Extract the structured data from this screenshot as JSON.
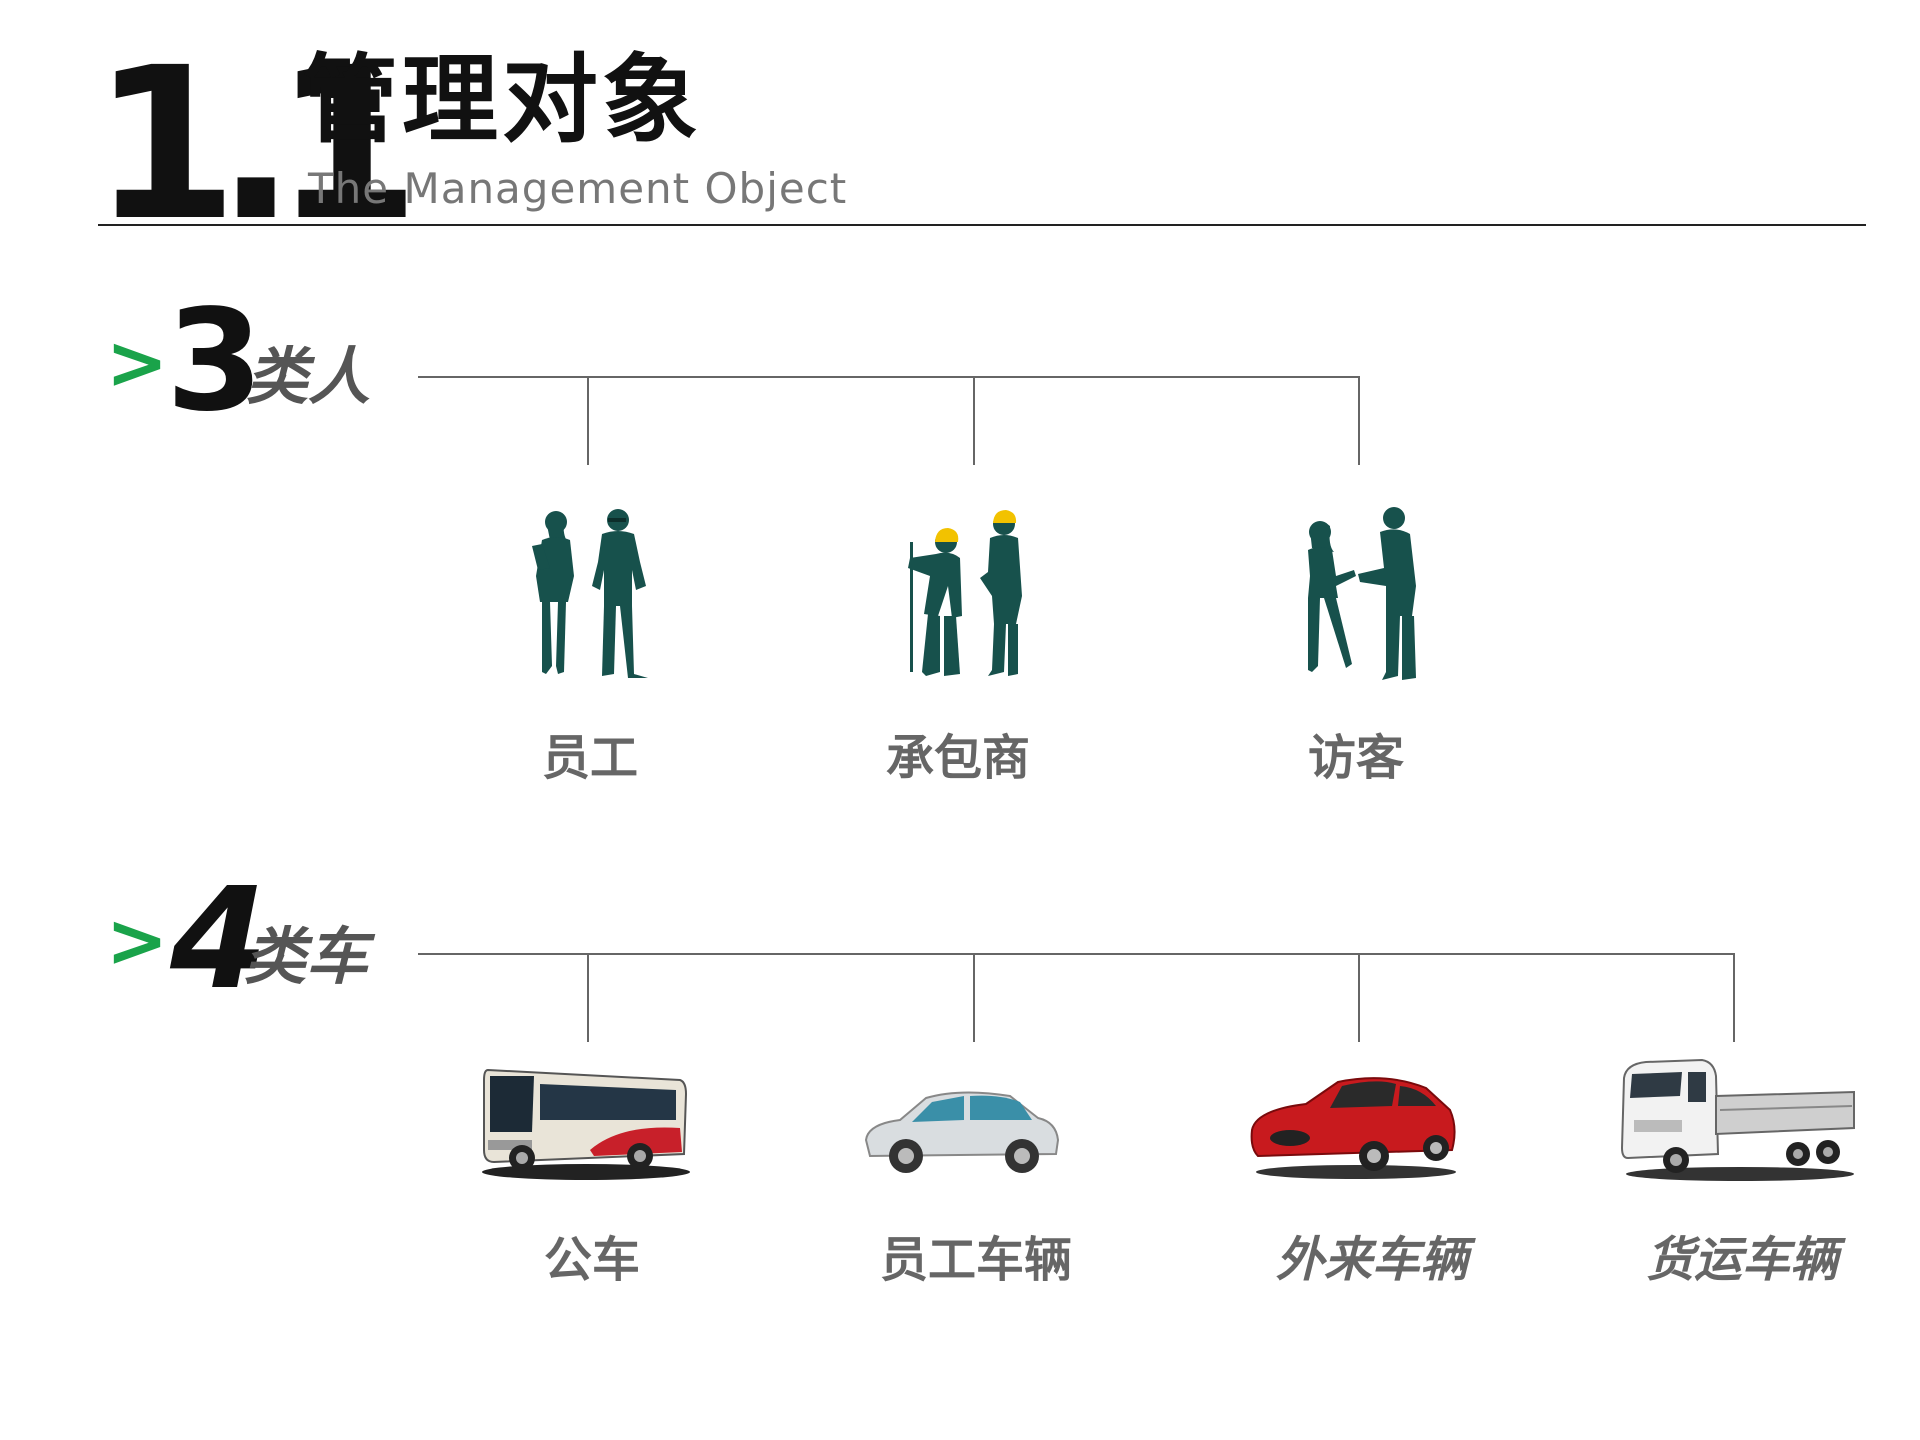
{
  "header": {
    "number": "1.1",
    "title": "管理对象",
    "subtitle": "The Management Object"
  },
  "people_section": {
    "arrow": ">",
    "count": "3",
    "label": "类人",
    "items": [
      {
        "label": "员工",
        "icon": "employees-silhouette-icon"
      },
      {
        "label": "承包商",
        "icon": "contractors-silhouette-icon"
      },
      {
        "label": "访客",
        "icon": "visitors-silhouette-icon"
      }
    ]
  },
  "vehicle_section": {
    "arrow": ">",
    "count": "4",
    "label": "类车",
    "items": [
      {
        "label": "公车",
        "icon": "bus-icon"
      },
      {
        "label": "员工车辆",
        "icon": "hatchback-car-icon"
      },
      {
        "label": "外来车辆",
        "icon": "red-sports-car-icon"
      },
      {
        "label": "货运车辆",
        "icon": "cargo-truck-icon"
      }
    ]
  },
  "colors": {
    "accent_arrow": "#1aa34a",
    "silhouette": "#17514c",
    "hard_hat": "#f2c200",
    "connector": "#666666",
    "label_gray": "#666666"
  }
}
